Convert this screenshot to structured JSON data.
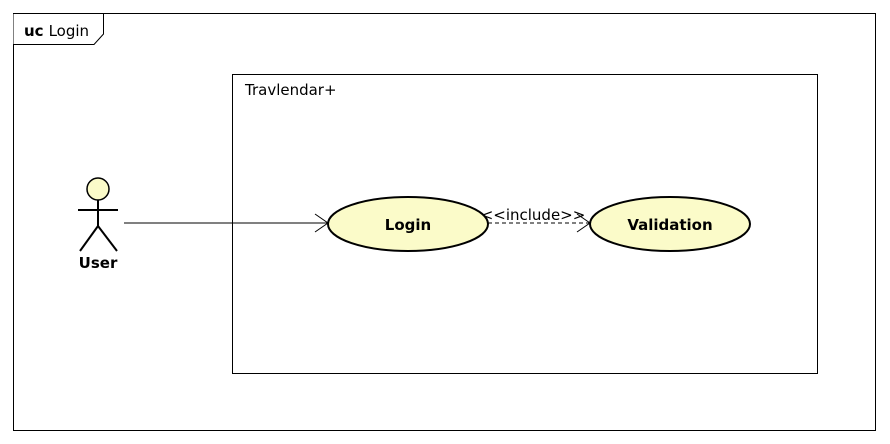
{
  "frame": {
    "keyword": "uc",
    "name": "Login"
  },
  "system": {
    "name": "Travlendar+"
  },
  "actor": {
    "name": "User"
  },
  "use_cases": [
    {
      "id": "login",
      "name": "Login"
    },
    {
      "id": "validation",
      "name": "Validation"
    }
  ],
  "relations": [
    {
      "type": "association",
      "from": "User",
      "to": "Login"
    },
    {
      "type": "include",
      "from": "Login",
      "to": "Validation",
      "label": "<<include>>"
    }
  ],
  "colors": {
    "use_case_fill": "#fbfbc9",
    "actor_head_fill": "#fbfbc9",
    "stroke": "#000000"
  }
}
